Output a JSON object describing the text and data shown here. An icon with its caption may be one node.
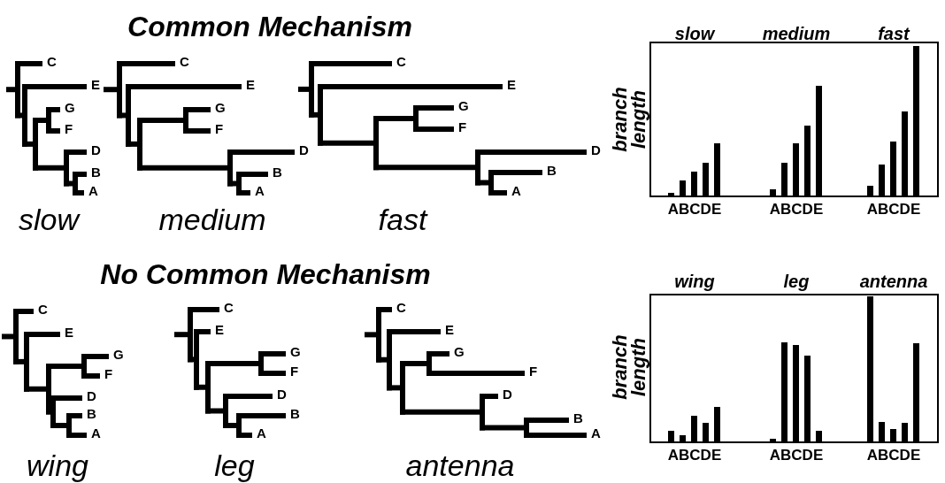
{
  "diagram": {
    "labels": [
      "Common Mechanism",
      "slow",
      "medium",
      "fast",
      "C",
      "E",
      "G",
      "F",
      "D",
      "B",
      "A",
      "C",
      "E",
      "G",
      "F",
      "D",
      "B",
      "A",
      "C",
      "E",
      "G",
      "F",
      "D",
      "B",
      "A",
      "branch length",
      "ABCDE",
      "ABCDE",
      "ABCDE",
      "slow",
      "medium",
      "fast",
      "No Common Mechanism",
      "wing",
      "leg",
      "antenna",
      "C",
      "E",
      "G",
      "F",
      "D",
      "B",
      "A",
      "C",
      "E",
      "G",
      "F",
      "D",
      "B",
      "A",
      "C",
      "E",
      "G",
      "F",
      "D",
      "B",
      "A",
      "branch length",
      "ABCDE",
      "ABCDE",
      "ABCDE",
      "wing",
      "leg",
      "antenna"
    ]
  }
}
